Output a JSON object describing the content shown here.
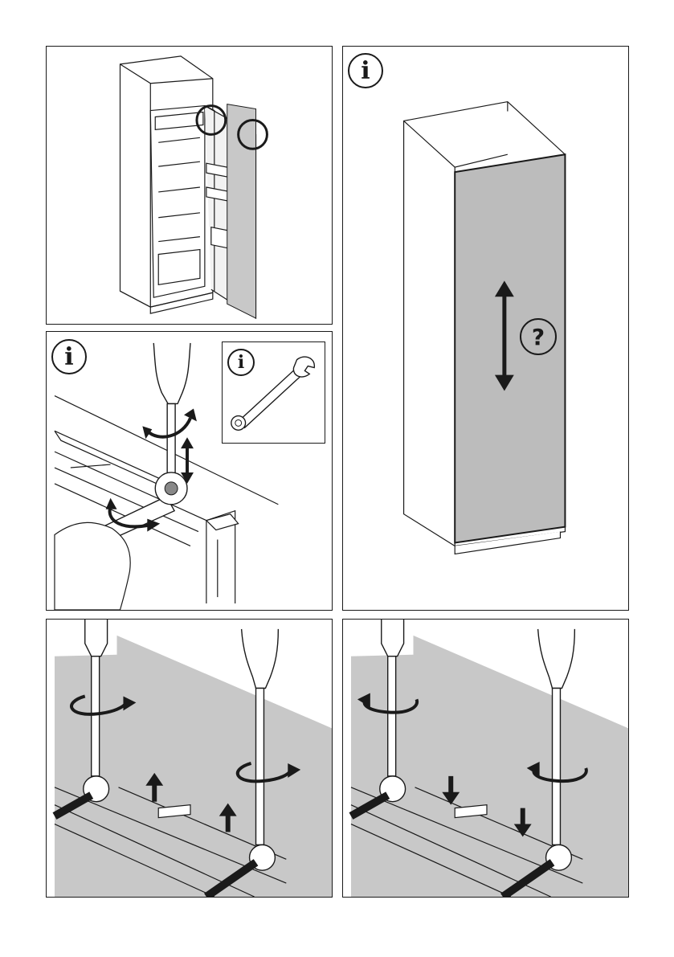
{
  "symbols": {
    "info": "i",
    "question": "?"
  },
  "panels": [
    {
      "id": "open-fridge-hinge-detail",
      "icons": [
        "hinge-circle-icon",
        "hinge-circle-icon"
      ]
    },
    {
      "id": "door-height-adjustment",
      "icons": [
        "info-icon",
        "question-icon",
        "up-down-arrow-icon"
      ]
    },
    {
      "id": "door-nut-adjustment",
      "icons": [
        "info-icon",
        "wrench-icon",
        "screwdriver-icon",
        "hand-icon"
      ]
    },
    {
      "id": "raise-door",
      "icons": [
        "screwdriver-icon",
        "rotate-right-arrow-icon",
        "up-arrow-icon"
      ]
    },
    {
      "id": "lower-door",
      "icons": [
        "screwdriver-icon",
        "rotate-left-arrow-icon",
        "down-arrow-icon"
      ]
    }
  ],
  "colors": {
    "line": "#1a1a1a",
    "panel_grey": "#c8c8c8",
    "door_grey": "#bcbcbc",
    "background": "#ffffff"
  }
}
